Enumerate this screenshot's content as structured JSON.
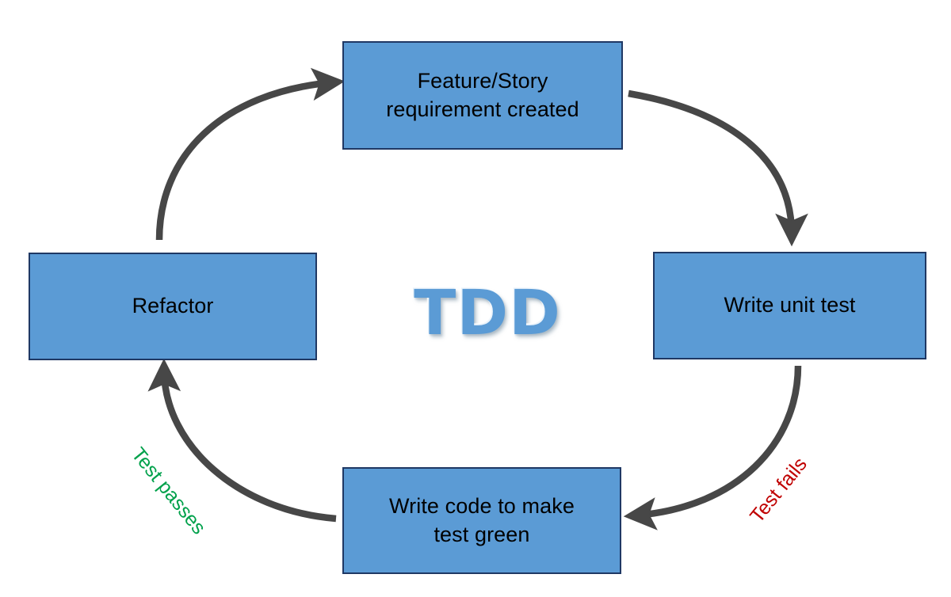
{
  "diagram": {
    "title": "TDD",
    "center_logo": "TDD",
    "type": "cycle",
    "background_color": "#ffffff",
    "node_fill_color": "#5B9BD5",
    "node_border_color": "#1F3864",
    "arrow_color": "#474747",
    "nodes": [
      {
        "id": "feature",
        "label": "Feature/Story\nrequirement created",
        "position": "top"
      },
      {
        "id": "write-test",
        "label": "Write unit test",
        "position": "right"
      },
      {
        "id": "write-code",
        "label": "Write code to make\ntest green",
        "position": "bottom"
      },
      {
        "id": "refactor",
        "label": "Refactor",
        "position": "left"
      }
    ],
    "edges": [
      {
        "id": "feature-to-write-test",
        "from": "feature",
        "to": "write-test",
        "label": "",
        "label_color": ""
      },
      {
        "id": "write-test-to-write-code",
        "from": "write-test",
        "to": "write-code",
        "label": "Test fails",
        "label_color": "#C00000"
      },
      {
        "id": "write-code-to-refactor",
        "from": "write-code",
        "to": "refactor",
        "label": "Test passes",
        "label_color": "#00A14B"
      },
      {
        "id": "refactor-to-feature",
        "from": "refactor",
        "to": "feature",
        "label": "",
        "label_color": ""
      }
    ]
  }
}
